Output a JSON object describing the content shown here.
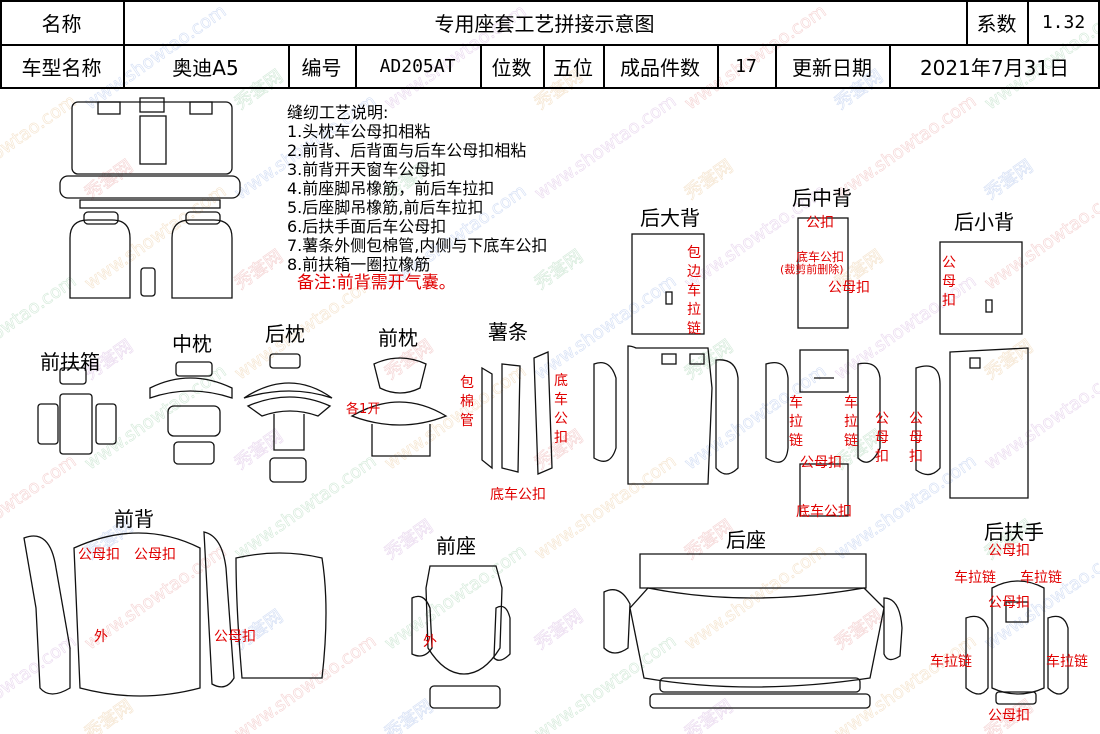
{
  "header": {
    "name_label": "名称",
    "title": "专用座套工艺拼接示意图",
    "coef_label": "系数",
    "coef_value": "1.32",
    "model_label": "车型名称",
    "model_value": "奥迪A5",
    "code_label": "编号",
    "code_value": "AD205AT",
    "seats_label": "位数",
    "seats_value": "五位",
    "pieces_label": "成品件数",
    "pieces_value": "17",
    "date_label": "更新日期",
    "date_value": "2021年7月31日"
  },
  "notes": {
    "title": "缝纫工艺说明:",
    "items": [
      "1.头枕车公母扣相粘",
      "2.前背、后背面与后车公母扣相粘",
      "3.前背开天窗车公母扣",
      "4.前座脚吊橡筋，前后车拉扣",
      "5.后座脚吊橡筋,前后车拉扣",
      "6.后扶手面后车公母扣",
      "7.薯条外侧包棉管,内侧与下底车公扣",
      "8.前扶箱一圈拉橡筋"
    ],
    "remark": "备注:前背需开气囊。"
  },
  "sections": {
    "front_armbox": "前扶箱",
    "mid_pillow": "中枕",
    "rear_pillow": "后枕",
    "front_pillow": "前枕",
    "fries": "薯条",
    "rear_big_back": "后大背",
    "rear_mid_back": "后中背",
    "rear_small_back": "后小背",
    "front_back": "前背",
    "front_seat": "前座",
    "rear_seat": "后座",
    "rear_armrest": "后扶手"
  },
  "annotations": {
    "each_1_open": "各1开",
    "wrap_cotton_tube": "包棉管",
    "bottom_male_clip_v": "底车公扣",
    "bottom_male_clip_fries": "底车公扣",
    "wrap_edge_zipper": "包边车拉链",
    "male_clip": "公扣",
    "bottom_male_clip_mid": "底车公扣",
    "cut_before_remove": "(裁剪前删除)",
    "male_female_clip_1": "公母扣",
    "male_female_clip_small": "公母扣",
    "zipper_left": "车拉链",
    "zipper_right": "车拉链",
    "male_female_v1": "公母扣",
    "male_female_v2": "公母扣",
    "male_female_clip_2": "公母扣",
    "bottom_male_clip_rear": "底车公扣",
    "fb_male_female_1": "公母扣",
    "fb_male_female_2": "公母扣",
    "outer_1": "外",
    "fb_male_female_3": "公母扣",
    "outer_2": "外",
    "ra_clip_top": "公母扣",
    "ra_zip_l": "车拉链",
    "ra_zip_r": "车拉链",
    "ra_clip_mid": "公母扣",
    "ra_zip_l2": "车拉链",
    "ra_zip_r2": "车拉链",
    "ra_clip_bottom": "公母扣"
  },
  "watermark": {
    "text_cn": "秀套网",
    "text_url": "www.showtao.com"
  }
}
